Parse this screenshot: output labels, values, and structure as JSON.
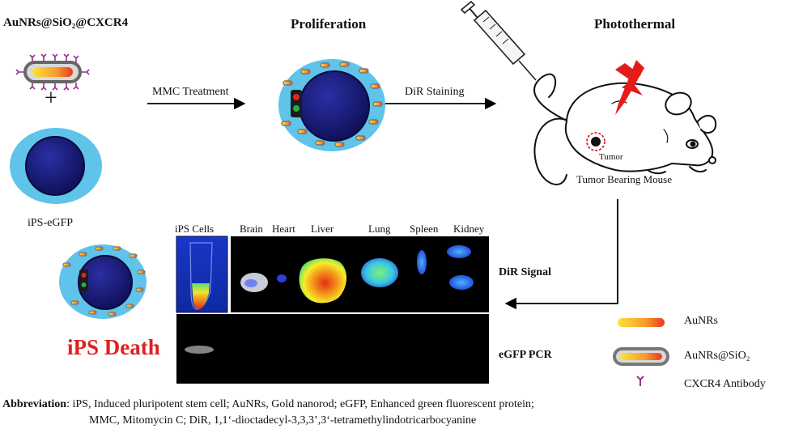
{
  "stage1": {
    "particle_title": "AuNRs@SiO₂@CXCR4",
    "plus": "+",
    "cell_label": "iPS-eGFP"
  },
  "arrow_mmc": "MMC Treatment",
  "proliferation_title": "Proliferation",
  "arrow_dir": "DiR Staining",
  "photothermal_title": "Photothermal",
  "mouse": {
    "tumor_label": "Tumor",
    "mouse_label": "Tumor Bearing Mouse"
  },
  "imaging": {
    "columns": [
      "iPS Cells",
      "Brain",
      "Heart",
      "Liver",
      "Lung",
      "Spleen",
      "Kidney"
    ],
    "dir_signal": "DiR Signal",
    "egfp_pcr": "eGFP PCR"
  },
  "ips_death": "iPS Death",
  "legend": {
    "aunrs": "AuNRs",
    "aunrs_sio2": "AuNRs@SiO₂",
    "antibody": "CXCR4 Antibody"
  },
  "abbreviation": {
    "title": "Abbreviation",
    "line1": ": iPS, Induced pluripotent stem cell; AuNRs, Gold nanorod; eGFP,  Enhanced green fluorescent protein;",
    "line2": "MMC, Mitomycin C; DiR, 1,1‘-dioctadecyl-3,3,3’,3‘-tetramethylindotricarbocyanine"
  },
  "colors": {
    "cell_cytoplasm": "#5fc3ea",
    "nucleus": "#1a1a7a",
    "aunr_gradient_start": "#ffe23a",
    "aunr_gradient_end": "#e8391f",
    "silica_shell": "#777777",
    "antibody": "#9b2f8f",
    "lightning": "#e51b1b",
    "death_text": "#e02020"
  }
}
